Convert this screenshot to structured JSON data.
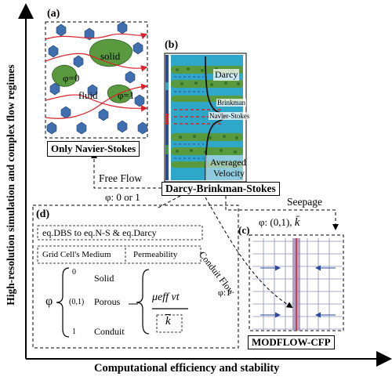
{
  "axes": {
    "y_label": "High-resolution simulation and complex flow regimes",
    "x_label": "Computational efficiency and stability"
  },
  "panel_a": {
    "tag": "(a)",
    "caption": "Only Navier-Stokes",
    "solid": "solid",
    "phi0": "φ=0",
    "phi1": "φ=1",
    "fluid": "fluid"
  },
  "panel_b": {
    "tag": "(b)",
    "caption": "Darcy-Brinkman-Stokes",
    "darcy": "Darcy",
    "brinkman": "Brinkman",
    "navier": "Navier-Stokes",
    "velocity_line1": "Averaged",
    "velocity_line2": "Velocity"
  },
  "panel_c": {
    "tag": "(c)",
    "caption": "MODFLOW-CFP",
    "phi_label": "φ: (0,1),",
    "k_symbol": "k̄"
  },
  "panel_d": {
    "tag": "(d)",
    "row1": "eq.DBS to eq.N-S & eq.Darcy",
    "row2_left": "Grid Cell's Medium",
    "row2_right": "Permeability",
    "phi": "φ",
    "v0": "0",
    "solid": "Solid",
    "v01": "(0,1)",
    "porous": "Porous",
    "v1": "1",
    "conduit": "Conduit",
    "frac_top": "μeff vt",
    "frac_bottom": "k"
  },
  "links": {
    "free_flow": "Free Flow",
    "free_flow_phi": "φ: 0 or 1",
    "seepage": "Seepage",
    "conduit_flow": "Conduit Flow",
    "conduit_phi": "φ:1"
  },
  "colors": {
    "porous_green": "#5a9a3e",
    "hex_blue": "#3f6fae",
    "water_blue": "#2fa7c9",
    "flow_red": "#d9232a"
  }
}
